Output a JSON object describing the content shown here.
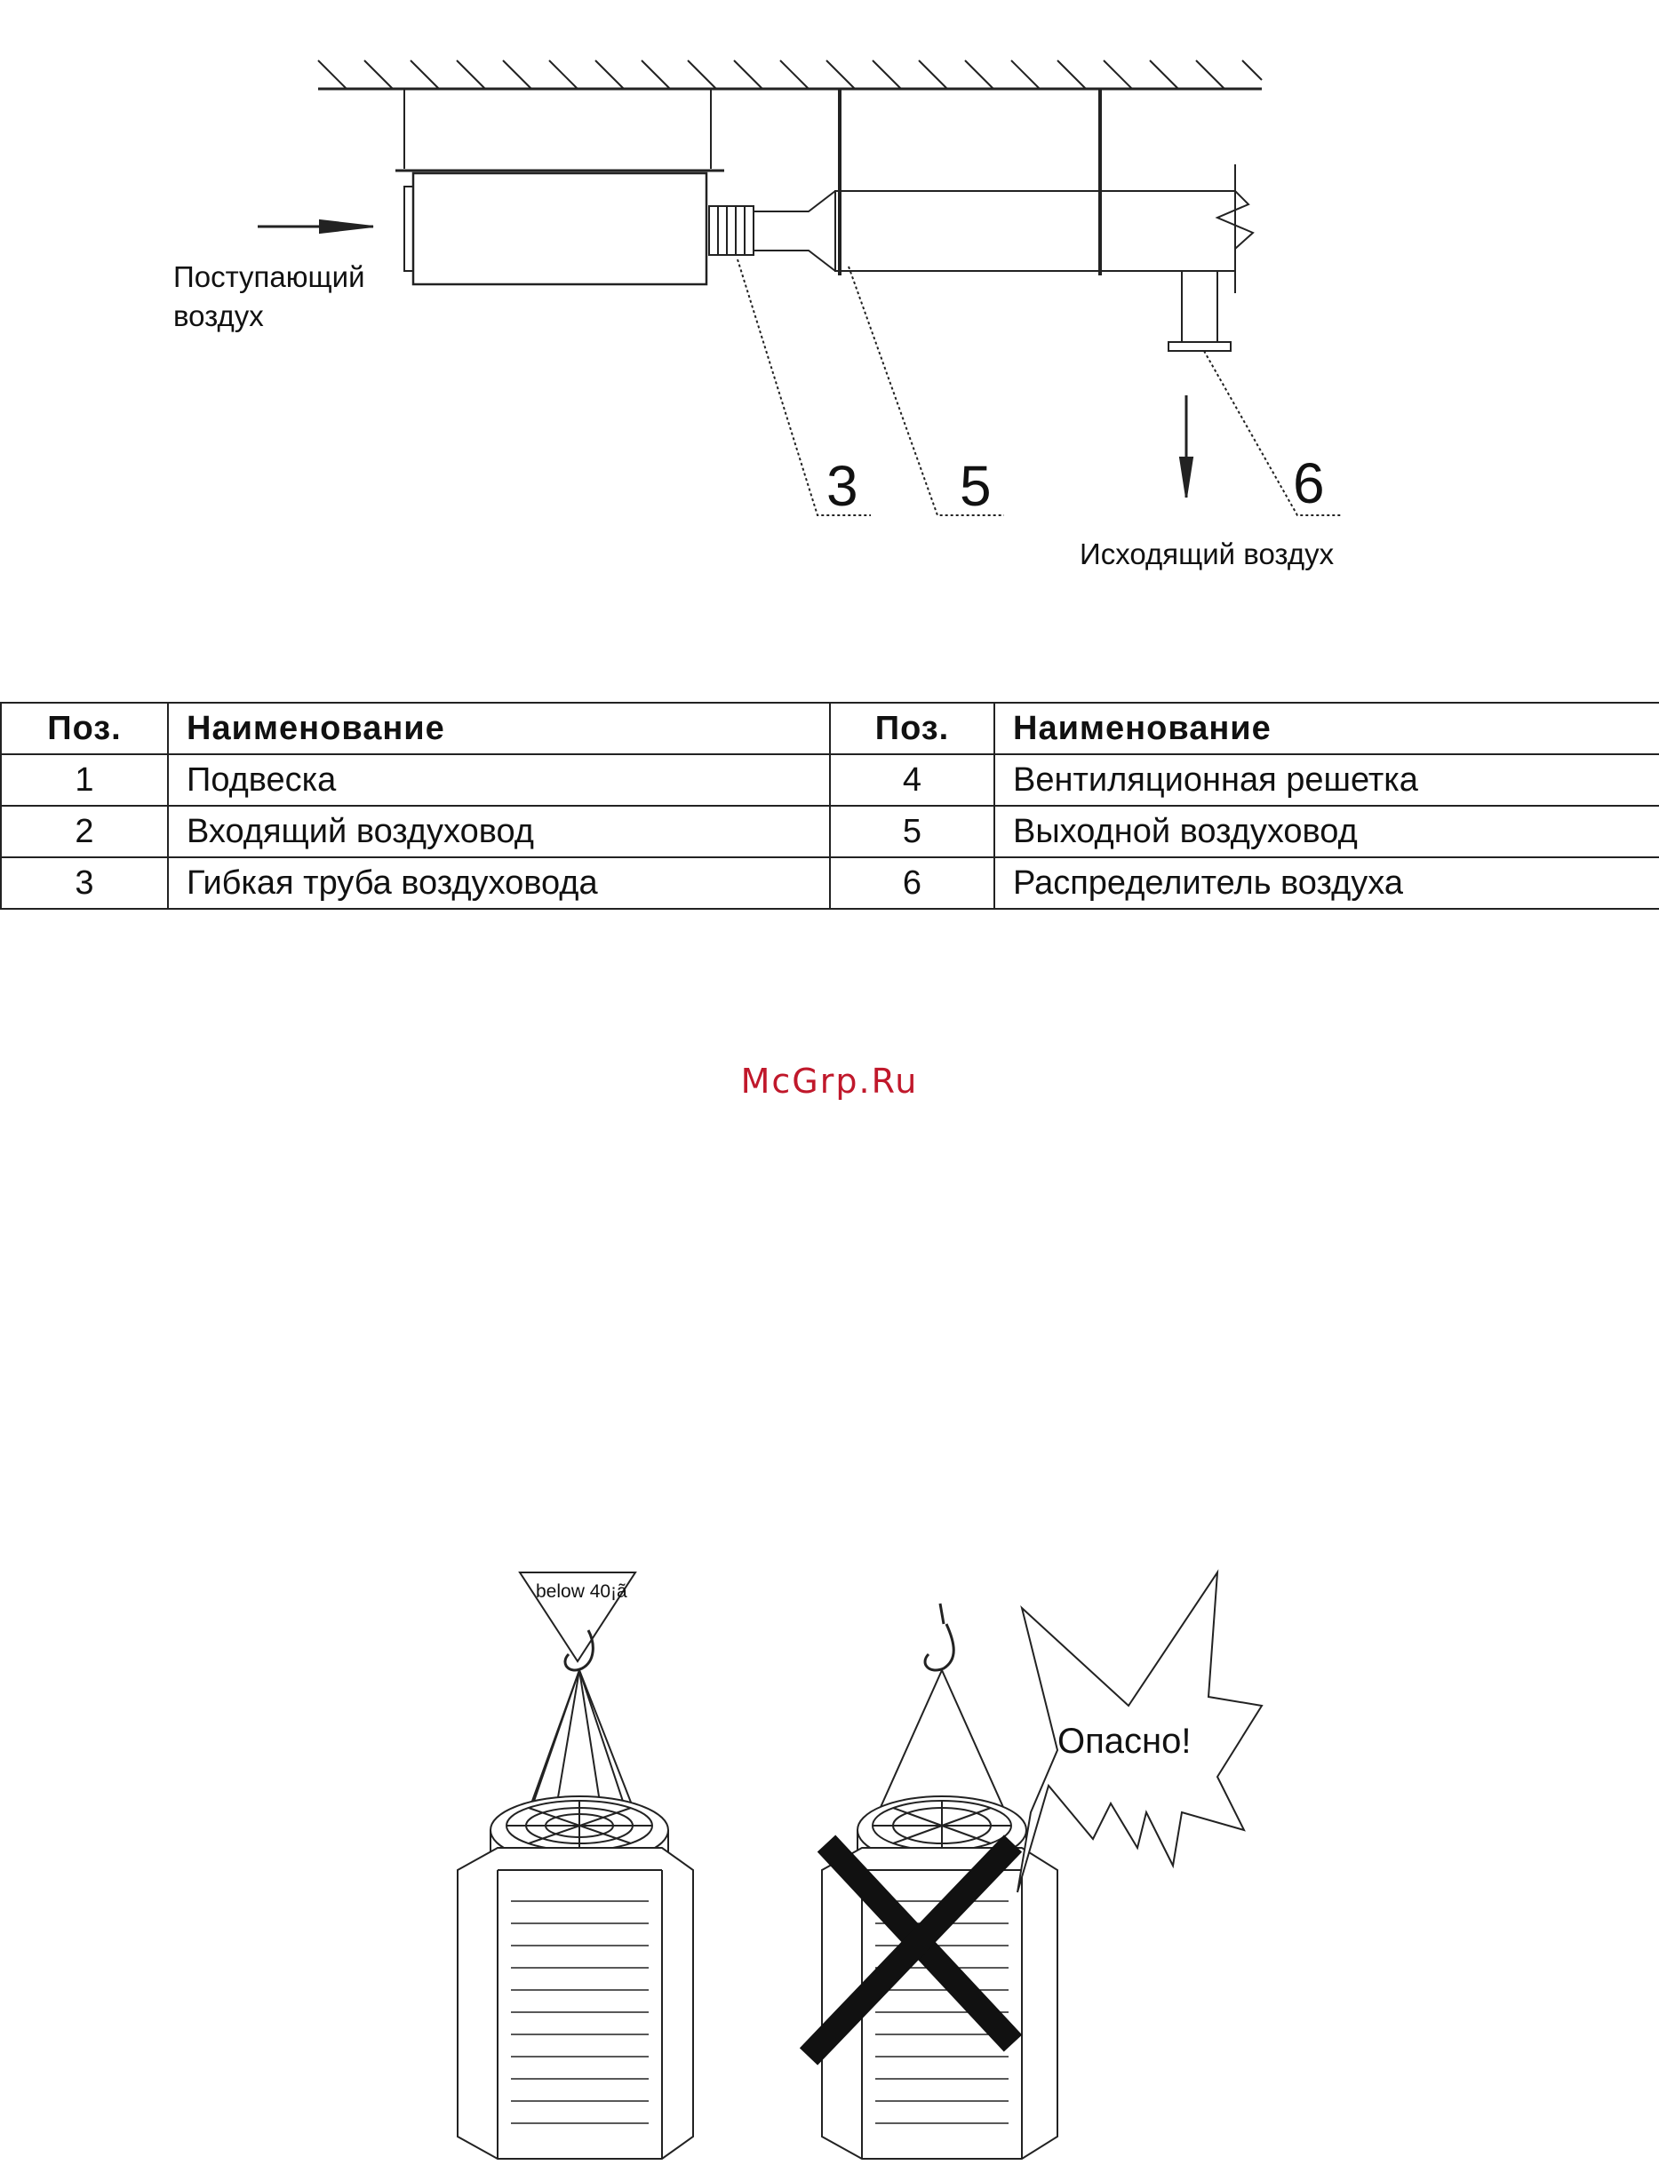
{
  "diagram": {
    "inlet_label_line1": "Поступающий",
    "inlet_label_line2": "воздух",
    "outlet_label": "Исходящий воздух",
    "callouts": [
      "3",
      "5",
      "6"
    ]
  },
  "parts_table": {
    "headers": [
      "Поз.",
      "Наименование",
      "Поз.",
      "Наименование"
    ],
    "rows": [
      [
        "1",
        "Подвеска",
        "4",
        "Вентиляционная решетка"
      ],
      [
        "2",
        "Входящий воздуховод",
        "5",
        "Выходной воздуховод"
      ],
      [
        "3",
        "Гибкая труба воздуховода",
        "6",
        "Распределитель воздуха"
      ]
    ]
  },
  "watermark": {
    "text": "McGrp.Ru",
    "color": "#c0182b"
  },
  "lifting": {
    "angle_label": "below 40¡ã",
    "danger_label": "Опасно!"
  }
}
